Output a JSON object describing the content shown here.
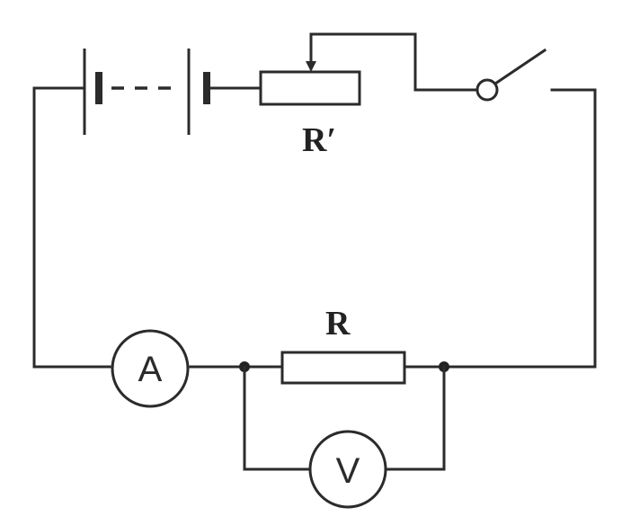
{
  "diagram": {
    "rheostat_label": "R′",
    "resistor_label": "R",
    "ammeter_symbol": "A",
    "voltmeter_symbol": "V"
  }
}
